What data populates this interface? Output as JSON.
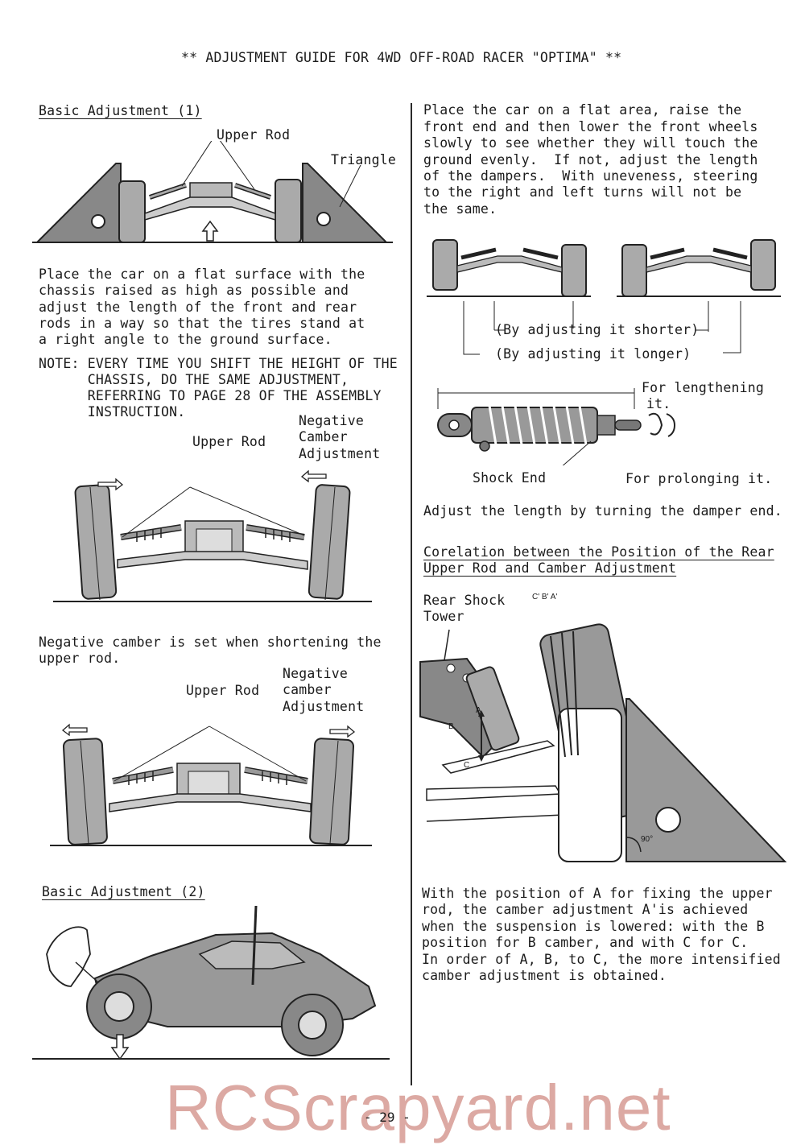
{
  "page": {
    "header": "** ADJUSTMENT GUIDE FOR 4WD OFF-ROAD RACER \"OPTIMA\" **",
    "page_number": "- 29 -",
    "watermark": "RCScrapyard.net"
  },
  "left": {
    "section1_title": "Basic Adjustment (1)",
    "fig1_labels": {
      "upper_rod": "Upper Rod",
      "triangle": "Triangle"
    },
    "para1": [
      "Place the car on a flat surface with the",
      "chassis raised as high as possible and",
      "adjust the length of the front and rear",
      "rods in a way so that the tires stand at",
      "a right angle to the ground surface."
    ],
    "note": [
      "NOTE: EVERY TIME YOU SHIFT THE HEIGHT OF THE",
      "      CHASSIS, DO THE SAME ADJUSTMENT,",
      "      REFERRING TO PAGE 28 OF THE ASSEMBLY",
      "      INSTRUCTION."
    ],
    "fig2_labels": {
      "upper_rod": "Upper Rod",
      "camber": [
        "Negative",
        "Camber",
        "Adjustment"
      ]
    },
    "para2": [
      "Negative camber is set when shortening the",
      "upper rod."
    ],
    "fig3_labels": {
      "upper_rod": "Upper Rod",
      "camber": [
        "Negative",
        "camber",
        "Adjustment"
      ]
    },
    "section2_title": "Basic Adjustment (2)"
  },
  "right": {
    "para1": [
      "Place the car on a flat area, raise the",
      "front end and then lower the front wheels",
      "slowly to see whether they will touch the",
      "ground evenly.  If not, adjust the length",
      "of the dampers.  With uneveness, steering",
      "to the right and left turns will not be",
      "the same."
    ],
    "fig4_labels": {
      "shorter": "(By adjusting it shorter)",
      "longer": "(By adjusting it longer)"
    },
    "fig5_labels": {
      "lengthening": [
        "For lengthening",
        "it."
      ],
      "shock_end": "Shock End",
      "prolonging": "For prolonging it."
    },
    "para2": "Adjust the length by turning the damper end.",
    "section_title": [
      "Corelation between the Position of the Rear",
      "Upper Rod and Camber Adjustment"
    ],
    "fig6_labels": {
      "tower": [
        "Rear Shock",
        "Tower"
      ],
      "top_letters": "C' B' A'",
      "a": "A",
      "b": "B",
      "c": "C",
      "angle": "90°"
    },
    "para3": [
      "With the position of A for fixing the upper",
      "rod, the camber adjustment A'is achieved",
      "when the suspension is lowered: with the B",
      "position for B camber, and with C for C.",
      "In order of A, B, to C, the more intensified",
      "camber adjustment is obtained."
    ]
  }
}
